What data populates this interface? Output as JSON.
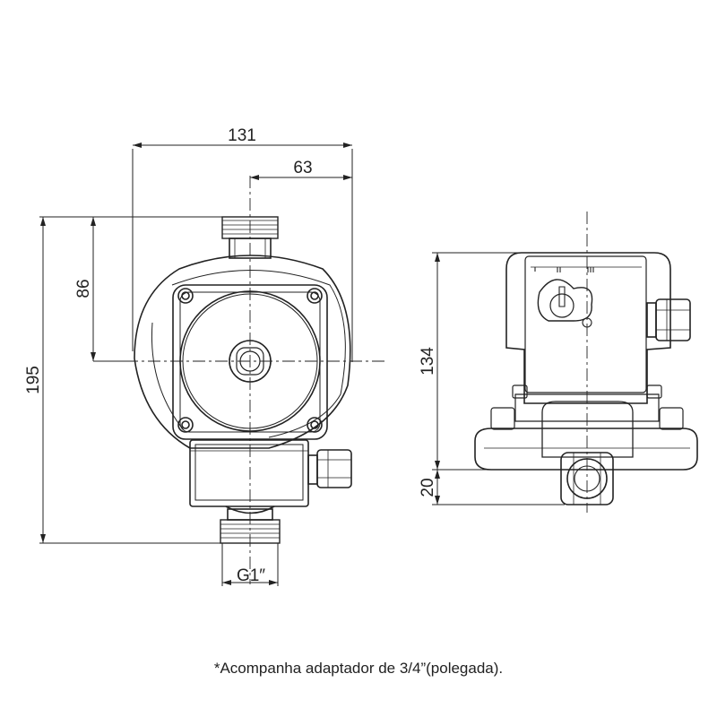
{
  "dimensions": {
    "overall_width": "131",
    "port_offset": "63",
    "upper_height": "86",
    "overall_height": "195",
    "side_height": "134",
    "base_height": "20",
    "thread": "G1″"
  },
  "footnote": "*Acompanha adaptador de 3/4”(polegada).",
  "colors": {
    "line": "#222222",
    "background": "#ffffff"
  }
}
